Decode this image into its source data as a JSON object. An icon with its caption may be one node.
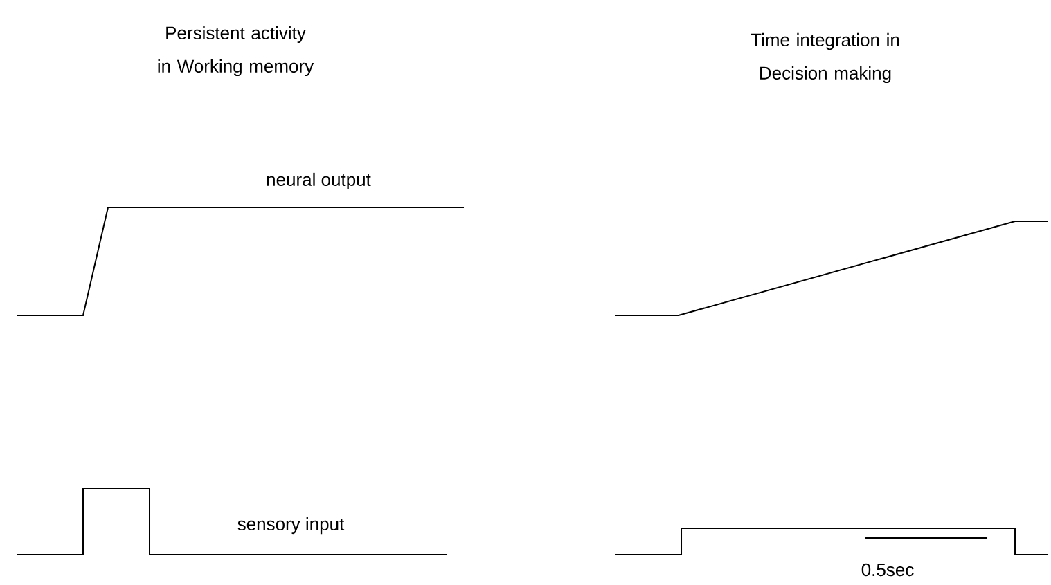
{
  "diagram": {
    "labels": [
      "Persistent activity in Working memory",
      "Time integration in Decision making",
      "neural output",
      "sensory input",
      "0.5sec"
    ]
  }
}
